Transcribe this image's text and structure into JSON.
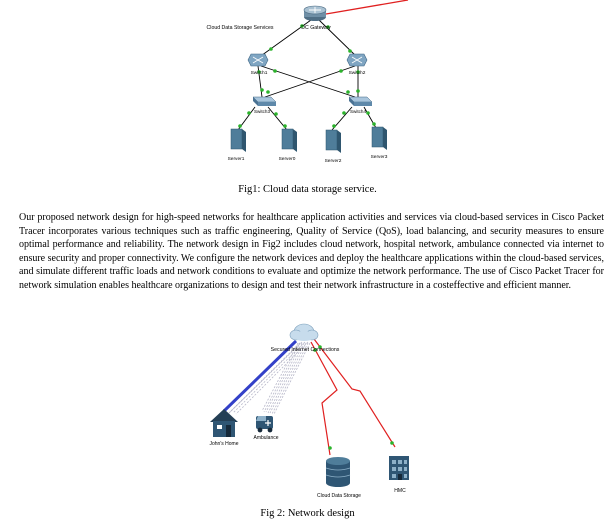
{
  "figure1": {
    "caption": "Fig1: Cloud data storage service.",
    "labels": {
      "cloud_services": "Cloud Data Storage Services",
      "gateway": "DC Gateway",
      "switch1": "Switch1",
      "switch2": "Switch2",
      "switch_left": "Switch3",
      "switch_right": "Switch4",
      "server1": "Server1",
      "server0": "Server0",
      "server2": "Server2",
      "server3": "Server3"
    }
  },
  "paragraph": "Our proposed network design for high-speed networks for healthcare application activities and services via cloud-based services in Cisco Packet Tracer incorporates various techniques such as traffic engineering, Quality of Service (QoS), load balancing, and security measures to ensure optimal performance and reliability. The network design in Fig2 includes cloud network, hospital network, ambulance connected via internet to ensure security and proper connectivity. We configure the network devices and deploy the healthcare applications within the cloud-based services, and simulate different traffic loads and network conditions to evaluate and optimize the network performance. The use of Cisco Packet Tracer for network simulation enables healthcare organizations to design and test their network infrastructure in a costeffective and efficient manner.",
  "figure2": {
    "caption": "Fig 2: Network design",
    "labels": {
      "internet": "Secured Internet Connections",
      "home": "John's Home",
      "ambulance": "Ambulance",
      "storage": "Cloud Data Storage",
      "hmc": "HMC"
    }
  },
  "colors": {
    "router": "#6f8fa6",
    "switch": "#6a96b6",
    "server": "#4f7d9a",
    "link_green": "#2bb32b",
    "link_red": "#e02020",
    "wireless_blue": "#3340c8",
    "wireless_gray": "#b7b7c9"
  }
}
